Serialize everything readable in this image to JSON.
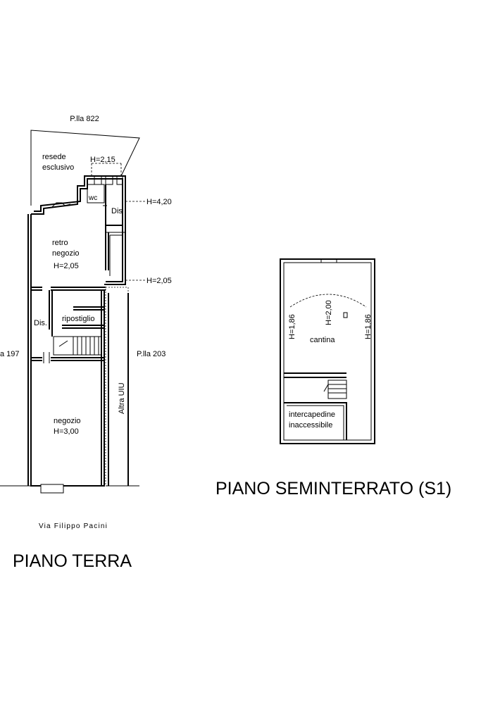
{
  "ground_floor": {
    "title": "PIANO TERRA",
    "street": "Via Filippo Pacini",
    "parcel_top": "P.lla 822",
    "parcel_left": "a 197",
    "parcel_right": "P.lla 203",
    "other_unit": "Altra UIU",
    "rooms": {
      "resede_line1": "resede",
      "resede_line2": "esclusivo",
      "resede_height": "H=2,15",
      "wc": "wc",
      "dis_upper": "Dis",
      "height_upper": "H=4,20",
      "retro_line1": "retro",
      "retro_line2": "negozio",
      "retro_height": "H=2,05",
      "height_right": "H=2,05",
      "dis_lower": "Dis.",
      "ripostiglio": "ripostiglio",
      "negozio": "negozio",
      "negozio_height": "H=3,00"
    }
  },
  "basement": {
    "title": "PIANO SEMINTERRATO (S1)",
    "h_left": "H=1,86",
    "h_center": "H=2,00",
    "h_right": "H=1,86",
    "cantina": "cantina",
    "intercapedine_line1": "intercapedine",
    "intercapedine_line2": "inaccessibile"
  }
}
